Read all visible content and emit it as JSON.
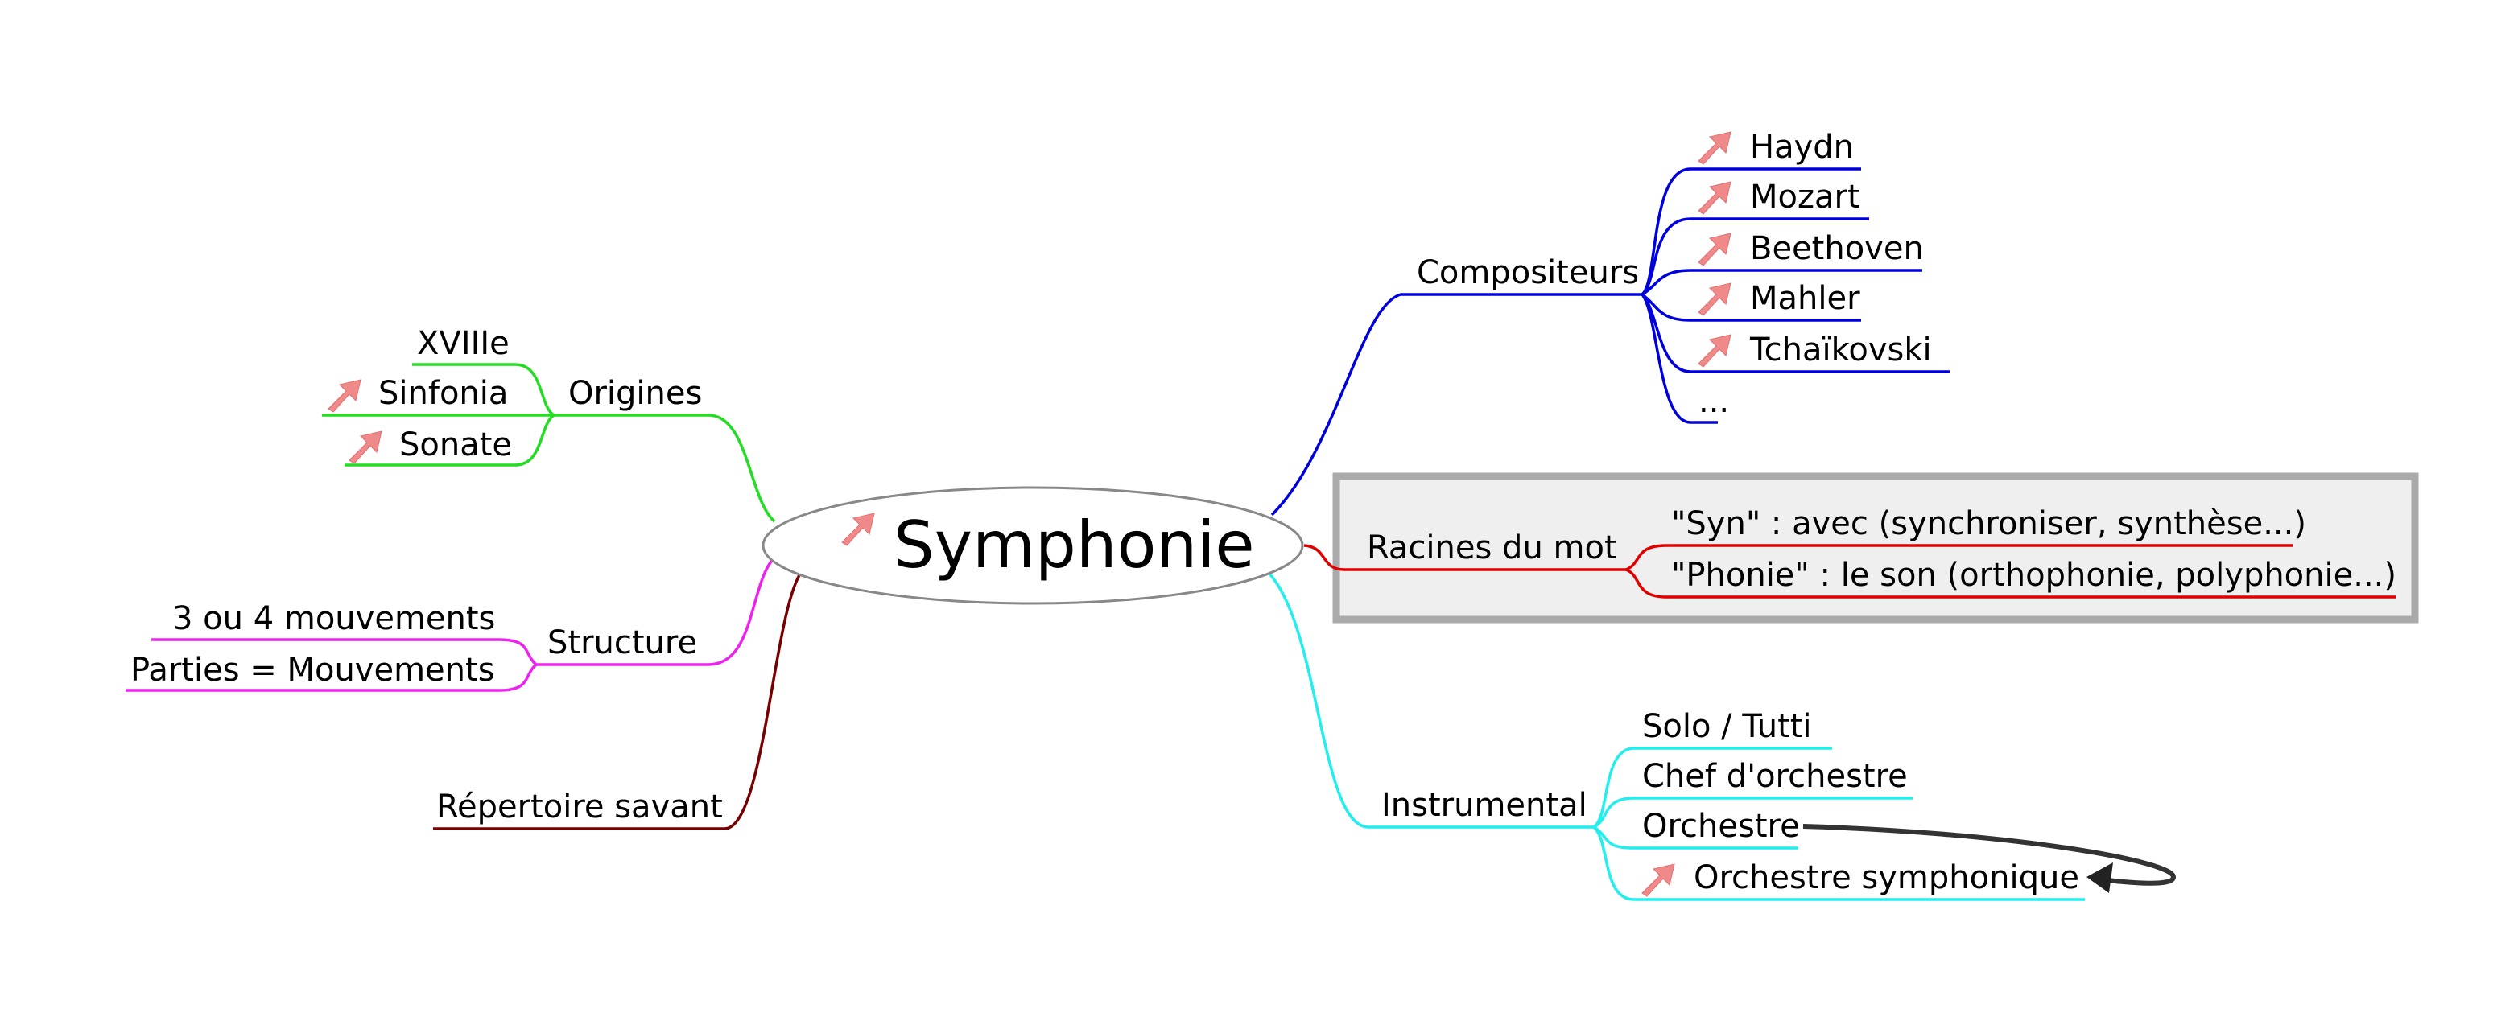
{
  "root": {
    "label": "Symphonie",
    "icon": "pink-arrow-icon"
  },
  "branches": {
    "compositeurs": {
      "label": "Compositeurs",
      "color": "#0000dd",
      "children": [
        {
          "label": "Haydn",
          "icon": "pink-arrow-icon"
        },
        {
          "label": "Mozart",
          "icon": "pink-arrow-icon"
        },
        {
          "label": "Beethoven",
          "icon": "pink-arrow-icon"
        },
        {
          "label": "Mahler",
          "icon": "pink-arrow-icon"
        },
        {
          "label": "Tchaïkovski",
          "icon": "pink-arrow-icon"
        },
        {
          "label": "..."
        }
      ]
    },
    "racines": {
      "label": "Racines du mot",
      "color": "#e00000",
      "children": [
        {
          "label": "\"Syn\" : avec (synchroniser, synthèse...)"
        },
        {
          "label": "\"Phonie\" : le son (orthophonie, polyphonie...)"
        }
      ]
    },
    "instrumental": {
      "label": "Instrumental",
      "color": "#22eeee",
      "children": [
        {
          "label": "Solo / Tutti"
        },
        {
          "label": "Chef d'orchestre"
        },
        {
          "label": "Orchestre"
        },
        {
          "label": "Orchestre symphonique",
          "icon": "pink-arrow-icon"
        }
      ]
    },
    "origines": {
      "label": "Origines",
      "color": "#22dd22",
      "children": [
        {
          "label": "XVIIIe"
        },
        {
          "label": "Sinfonia",
          "icon": "pink-arrow-icon"
        },
        {
          "label": "Sonate",
          "icon": "pink-arrow-icon"
        }
      ]
    },
    "structure": {
      "label": "Structure",
      "color": "#ee22ee",
      "children": [
        {
          "label": "3 ou 4 mouvements"
        },
        {
          "label": "Parties = Mouvements"
        }
      ]
    },
    "repertoire": {
      "label": "Répertoire savant",
      "color": "#770000"
    }
  }
}
